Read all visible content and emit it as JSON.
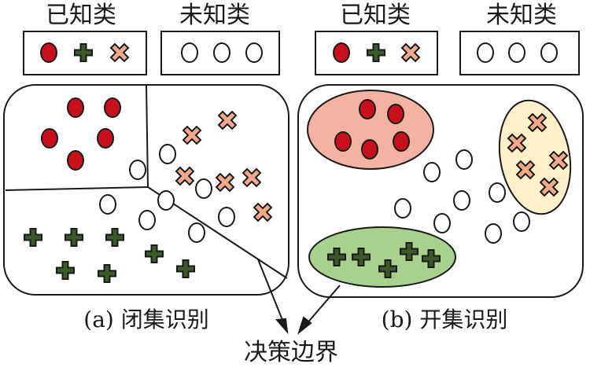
{
  "legend": {
    "known_label": "已知类",
    "unknown_label": "未知类"
  },
  "panels": {
    "a": {
      "caption": "(a) 闭集识别"
    },
    "b": {
      "caption": "(b) 开集识别"
    }
  },
  "shared": {
    "decision_boundary_label": "决策边界"
  },
  "classes": {
    "red_circle": {
      "fill": "#c8101c",
      "stroke": "#1a1a1a"
    },
    "green_cross": {
      "fill": "#3a5a2a",
      "stroke": "#1a1a1a"
    },
    "orange_x": {
      "fill": "#f2a98a",
      "stroke": "#1a1a1a"
    },
    "unknown_circle": {
      "fill": "#ffffff",
      "stroke": "#1a1a1a"
    }
  },
  "regions": {
    "red": "#f4b3a2",
    "green": "#a9d18e",
    "orange": "#fff0c8"
  }
}
